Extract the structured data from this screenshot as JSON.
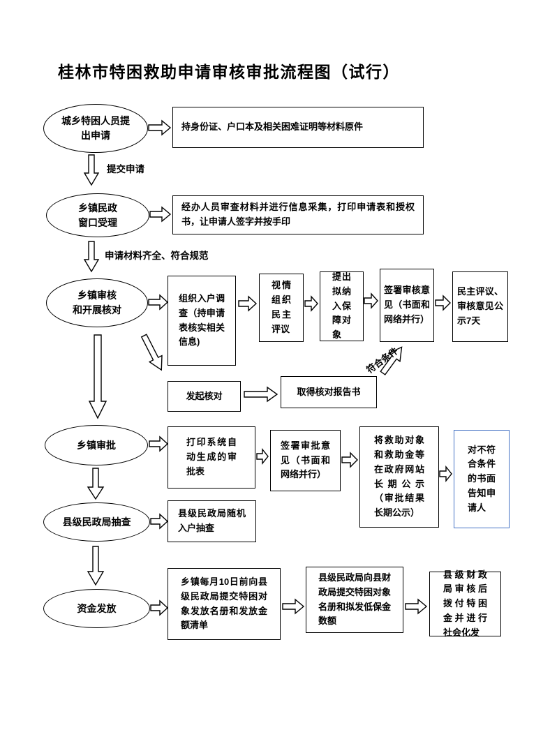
{
  "title": "桂林市特困救助申请审核审批流程图（试行）",
  "colors": {
    "notify_box_border": "#4472c4",
    "line_color": "#000000"
  },
  "stages": {
    "apply": "城乡特困人员提出申请",
    "window": "乡镇民政\n窗口受理",
    "review": "乡镇审核\n和开展核对",
    "approve": "乡镇审批",
    "spot_check": "县级民政局抽查",
    "disburse": "资金发放"
  },
  "labels": {
    "submit": "提交申请",
    "complete": "申请材料齐全、符合规范",
    "qualified": "符合条件"
  },
  "boxes": {
    "materials": "持身份证、户口本及相关困难证明等材料原件",
    "intake": "经办人员审查材料并进行信息采集，打印申请表和授权书，让申请人签字并按手印",
    "survey": "组织入户调查（持申请表核实相关信息)",
    "democratic": "视情组织民主评议",
    "propose": "提出拟纳入保障对象",
    "sign_review": "签署审核意见（书面和网络并行）",
    "publicity": "民主评议、审核意见公示7天",
    "initiate": "发起核对",
    "report": "取得核对报告书",
    "print_form": "打印系统自动生成的审批表",
    "sign_approval": "签署审批意见（书面和网络并行）",
    "gov_publicity": "将救助对象和救助金等在政府网站长期公示（审批结果长期公示）",
    "notify": "对不符合条件的书面告知申请人",
    "random_check": "县级民政局随机入户抽查",
    "roster": "乡镇每月10日前向县级民政局提交特困对象发放名册和发放金额清单",
    "finance_submit": "县级民政局向县财政局提交特困对象名册和拟发低保金数额",
    "allocate": "县级财政局审核后拨付特困金并进行社会化发"
  }
}
